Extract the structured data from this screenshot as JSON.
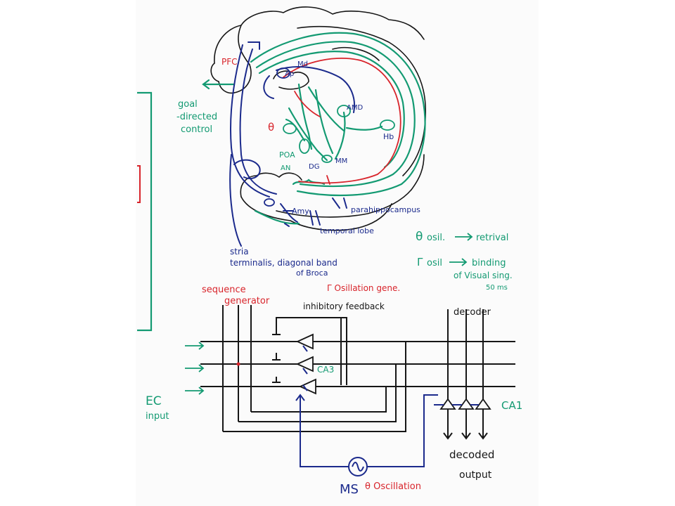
{
  "colors": {
    "blue": "#1b2a8c",
    "green": "#139a72",
    "red": "#d8242b",
    "black": "#161616",
    "board": "#fbfbfb"
  },
  "brain": {
    "pfc": "PFC",
    "thalamic_nuclei": [
      "Ap",
      "Md"
    ],
    "theta": "θ",
    "amd": "AMD",
    "hb": "Hb",
    "poa": "POA",
    "an": "AN",
    "dg": "DG",
    "mm": "MM",
    "amy": "Amy",
    "parahippocampus": "parahippocampus",
    "temporal_lobe": "temporal lobe",
    "stria_line1": "stria",
    "stria_line2": "terminalis, diagonal band",
    "stria_line3": "of Broca",
    "goal_line1": "goal",
    "goal_line2": "-directed",
    "goal_line3": "control"
  },
  "notes": {
    "theta_symbol": "θ",
    "theta_text": "osil.",
    "theta_result": "retrival",
    "gamma_symbol": "Γ",
    "gamma_text": "osil",
    "gamma_result_line1": "binding",
    "gamma_result_line2": "of Visual sing.",
    "gamma_result_line3": "50 ms"
  },
  "circuit": {
    "sequence_line1": "sequence",
    "sequence_line2": "generator",
    "osc_gene": "Γ Osillation gene.",
    "inhibitory": "inhibitory feedback",
    "decoder": "decoder",
    "ca3": "CA3",
    "ca1": "CA1",
    "ec_line1": "EC",
    "ec_line2": "input",
    "decoded_line1": "decoded",
    "decoded_line2": "output",
    "ms": "MS",
    "theta_osc": "θ Oscillation"
  }
}
